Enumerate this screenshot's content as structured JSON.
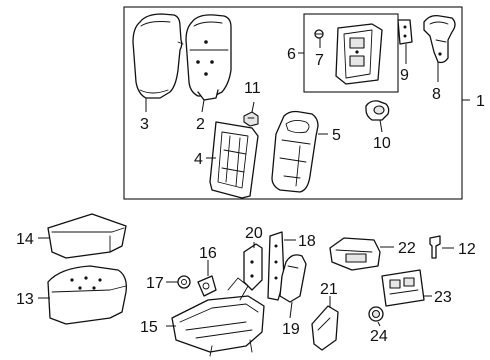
{
  "callouts": {
    "c1": "1",
    "c2": "2",
    "c3": "3",
    "c4": "4",
    "c5": "5",
    "c6": "6",
    "c7": "7",
    "c8": "8",
    "c9": "9",
    "c10": "10",
    "c11": "11",
    "c12": "12",
    "c13": "13",
    "c14": "14",
    "c15": "15",
    "c16": "16",
    "c17": "17",
    "c18": "18",
    "c19": "19",
    "c20": "20",
    "c21": "21",
    "c22": "22",
    "c23": "23",
    "c24": "24"
  },
  "colors": {
    "line": "#111111",
    "background": "#ffffff",
    "shade": "#e6e6e6"
  }
}
